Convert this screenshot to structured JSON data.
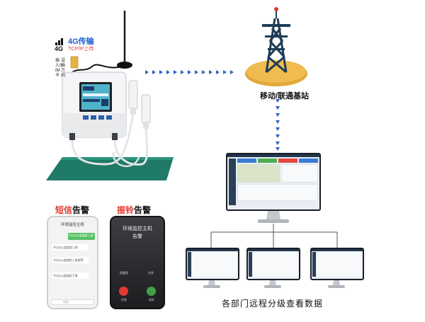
{
  "badge": {
    "network": "4G",
    "title": "4G传输",
    "subtitle": "TCP/IP上传",
    "sim_note_1": "没插方向",
    "sim_note_2": "插入SIM卡"
  },
  "tower": {
    "caption": "移动/联通基站"
  },
  "monitors": {
    "caption": "各部门远程分级查看数据"
  },
  "sms_phone": {
    "title_highlight": "短信",
    "title_rest": "告警",
    "header": "环境监控主机",
    "messages": [
      "节点0[1]湿度超上限",
      "节点0[1]温度超上限",
      "节点0[1]温度超上限报警",
      "节点0[1]湿度超下限"
    ],
    "input_placeholder": "短信"
  },
  "ring_phone": {
    "title_highlight": "振铃",
    "title_rest": "告警",
    "caller": "环境监控主机",
    "subtitle": "告警",
    "small_left": "提醒我",
    "small_right": "信息",
    "decline_label": "拒绝",
    "accept_label": "接听"
  },
  "colors": {
    "accent_blue": "#1b5fd0",
    "alert_red": "#e03a2f",
    "tower_gold": "#e1a93a",
    "tower_navy": "#1e3c57",
    "mat_green": "#1f7a68"
  }
}
